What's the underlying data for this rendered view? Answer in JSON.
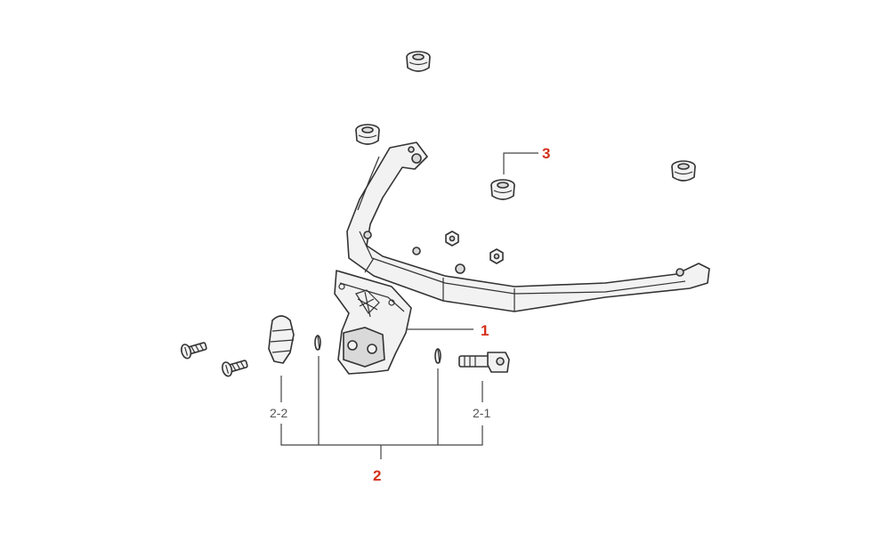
{
  "callouts": {
    "c1": "1",
    "c2": "2",
    "c3": "3",
    "c2_1": "2-1",
    "c2_2": "2-2"
  },
  "colors": {
    "callout_main": "#d4301a",
    "callout_sub": "#555555",
    "linework": "#333333"
  }
}
